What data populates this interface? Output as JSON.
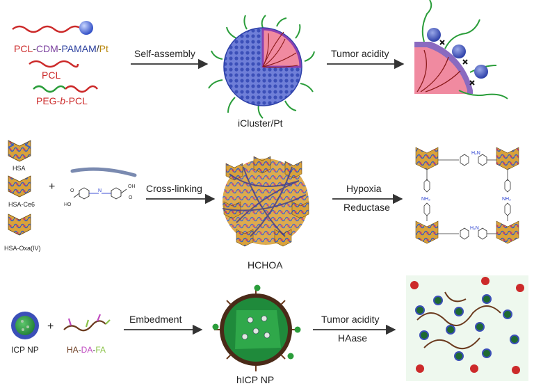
{
  "row1": {
    "legend": {
      "line1": {
        "pcl": "PCL",
        "dash1": "-",
        "cdm": "CDM",
        "dash2": "-",
        "pamam": "PAMAM",
        "slash": "/",
        "pt": "Pt"
      },
      "line2": "PCL",
      "line3": {
        "peg": "PEG-",
        "b": "b",
        "rest": "-PCL"
      }
    },
    "arrow1_label": "Self-assembly",
    "arrow2_label": "Tumor acidity",
    "product_label": "iCluster/Pt"
  },
  "row2": {
    "protein_labels": [
      "HSA",
      "HSA-Ce6",
      "HSA-Oxa(IV)"
    ],
    "plus": "+",
    "chem": {
      "left": "HO",
      "right": "OH",
      "o1": "O",
      "o2": "O",
      "n": "N"
    },
    "arrow1_label": "Cross-linking",
    "arrow2_labels": [
      "Hypoxia",
      "Reductase"
    ],
    "product_label": "HCHOA",
    "amine": "H₂N",
    "amine2": "NH₂"
  },
  "row3": {
    "left_label": "ICP NP",
    "plus": "+",
    "ha_label": {
      "ha": "HA",
      "d1": "-",
      "da": "DA",
      "d2": "-",
      "fa": "FA"
    },
    "arrow1_label": "Embedment",
    "arrow2_labels": [
      "Tumor acidity",
      "HAase"
    ],
    "product_label": "hICP NP",
    "neg": "–",
    "pos": "+"
  },
  "colors": {
    "pcl": "#cc2a2a",
    "cdm": "#7a3f9e",
    "pamam": "#2a3f9e",
    "pt": "#b8860b",
    "peg": "#2a9d3a",
    "arrow": "#333333",
    "pink": "#f08aa0",
    "ha": "#6b3b1f",
    "da": "#c04ac0",
    "fa": "#8bc34a"
  }
}
